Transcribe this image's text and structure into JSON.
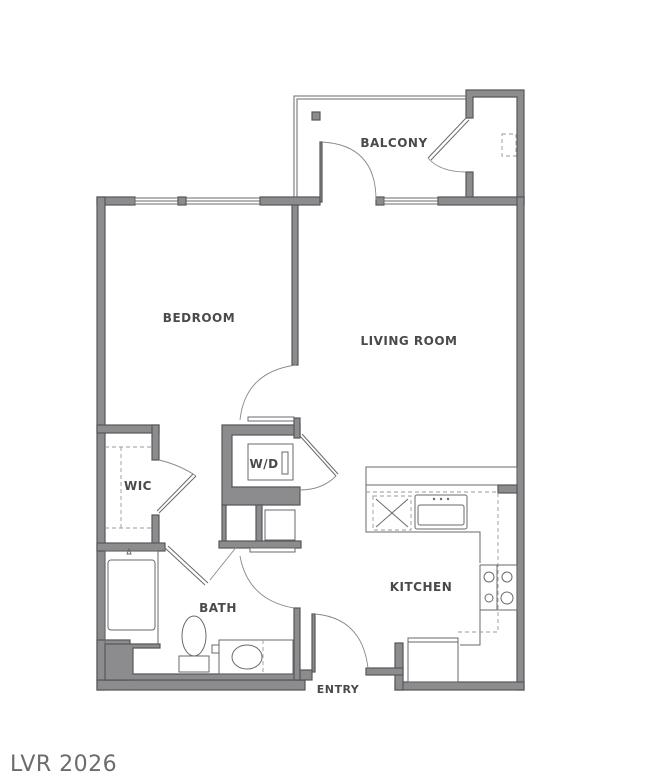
{
  "rooms": {
    "balcony": "BALCONY",
    "bedroom": "BEDROOM",
    "living_room": "LIVING ROOM",
    "wic": "WIC",
    "wd": "W/D",
    "bath": "BATH",
    "kitchen": "KITCHEN",
    "entry": "ENTRY"
  },
  "watermark": "LVR 2026",
  "colors": {
    "wall": "#8c8c8e",
    "line": "#6a6a6c",
    "text": "#4a4a4c"
  }
}
